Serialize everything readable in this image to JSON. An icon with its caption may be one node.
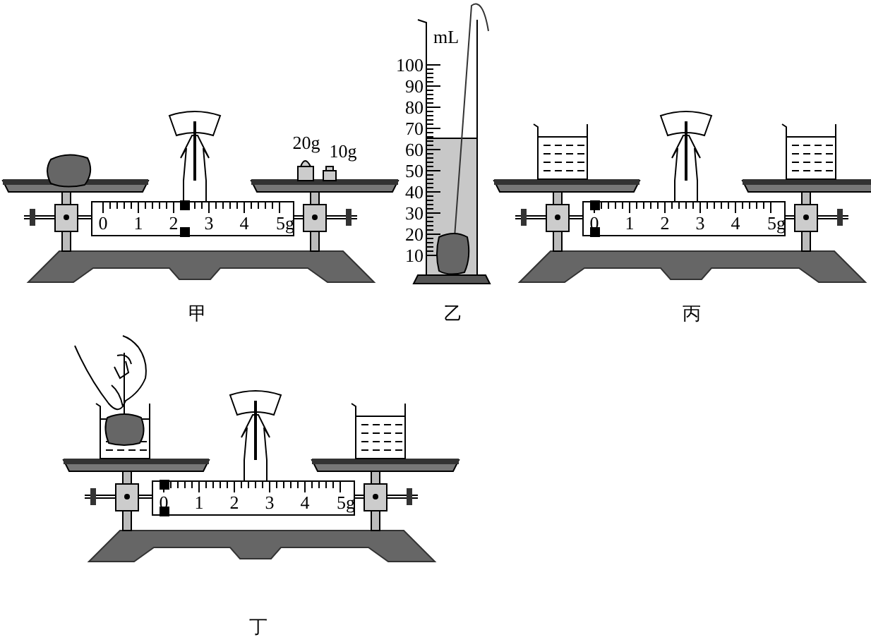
{
  "diagram": {
    "labels": [
      "mL",
      "100",
      "90",
      "80",
      "70",
      "60",
      "50",
      "40",
      "30",
      "20",
      "10",
      "20g",
      "10g",
      "0",
      "1",
      "2",
      "3",
      "4",
      "5g",
      "0",
      "1",
      "2",
      "3",
      "4",
      "5g",
      "甲",
      "乙",
      "丙",
      "0",
      "1",
      "2",
      "3",
      "4",
      "5g",
      "丁"
    ]
  }
}
